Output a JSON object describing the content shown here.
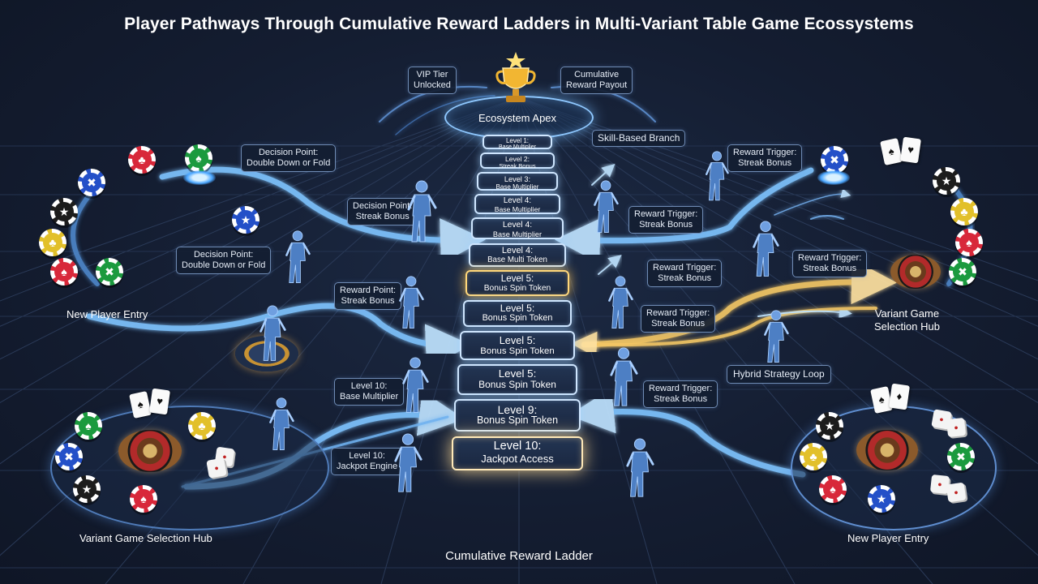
{
  "title": "Player Pathways Through Cumulative Reward Ladders in Multi-Variant Table Game Ecossystems",
  "bottom_title": "Cumulative Reward Ladder",
  "apex": {
    "label": "Ecosystem Apex",
    "vip": "VIP Tier\nUnlocked",
    "payout": "Cumulative\nReward Payout"
  },
  "ladder": [
    {
      "l1": "Level 1:",
      "l2": "Base Multiplier"
    },
    {
      "l1": "Level 2:",
      "l2": "Streak Bonus"
    },
    {
      "l1": "Level 3:",
      "l2": "Base Multiplier"
    },
    {
      "l1": "Level 4:",
      "l2": "Base Multiplier"
    },
    {
      "l1": "Level 4:",
      "l2": "Base Multiplier"
    },
    {
      "l1": "Level 4:",
      "l2": "Base Multi Token"
    },
    {
      "l1": "Level 5:",
      "l2": "Bonus Spin Token"
    },
    {
      "l1": "Level 5:",
      "l2": "Bonus Spin Token"
    },
    {
      "l1": "Level 5:",
      "l2": "Bonus Spin Token"
    },
    {
      "l1": "Level 5:",
      "l2": "Bonus Spin Token"
    },
    {
      "l1": "Level 9:",
      "l2": "Bonus Spin Token"
    },
    {
      "l1": "Level 10:",
      "l2": "Jackpot Access"
    }
  ],
  "labels": {
    "skill_branch": "Skill-Based Branch",
    "decision_top": "Decision Point:\nDouble Down or Fold",
    "decision_streak": "Decision Point:\nStreak Bonus",
    "decision_left": "Decision Point:\nDouble Down or Fold",
    "reward_point": "Reward Point:\nStreak Bonus",
    "level10_base": "Level 10:\nBase Multiplier",
    "level10_jackpot": "Level 10:\nJackpot Engine",
    "trigger_top_right": "Reward Trigger:\nStreak Bonus",
    "trigger_mid_a": "Reward Trigger:\nStreak Bonus",
    "trigger_right": "Reward Trigger:\nStreak Bonus",
    "trigger_mid_b": "Reward Trigger:\nStreak Bonus",
    "trigger_mid_c": "Reward Trigger:\nStreak Bonus",
    "trigger_low": "Reward Trigger:\nStreak Bonus",
    "hybrid": "Hybrid Strategy Loop"
  },
  "hubs": {
    "top_left": "New Player Entry",
    "top_right": "Variant Game\nSelection Hub",
    "bottom_left": "Variant Game Selection Hub",
    "bottom_right": "New Player Entry"
  },
  "colors": {
    "flow_blue": "#7fc4ff",
    "flow_gold": "#f4c765",
    "rung_glow": "#cfe6ff",
    "accent_gold": "#ffd77a"
  },
  "icons": {
    "chip_symbols": [
      "club-icon",
      "spade-icon",
      "x-icon",
      "star-icon"
    ],
    "trophy": "trophy-icon"
  }
}
